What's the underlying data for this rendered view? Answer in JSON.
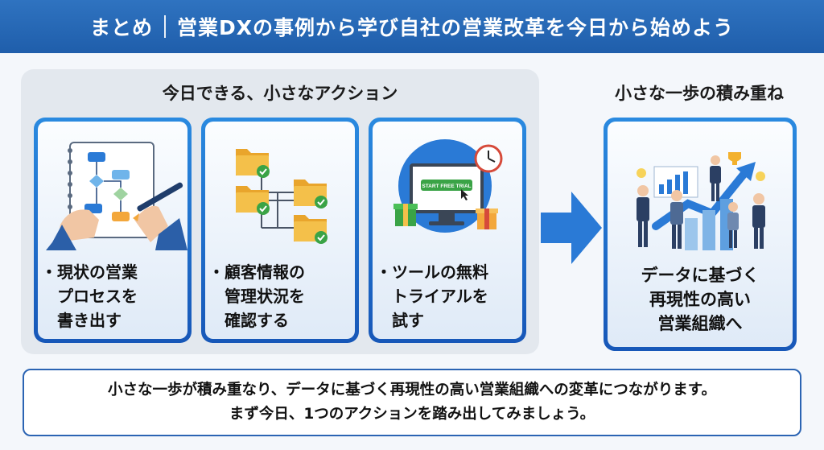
{
  "header": {
    "left": "まとめ",
    "right": "営業DXの事例から学び自社の営業改革を今日から始めよう"
  },
  "actions": {
    "title": "今日できる、小さなアクション",
    "items": [
      {
        "lines": [
          "現状の営業",
          "プロセスを",
          "書き出す"
        ],
        "icon": "flowchart-writing-icon"
      },
      {
        "lines": [
          "顧客情報の",
          "管理状況を",
          "確認する"
        ],
        "icon": "folder-check-icon"
      },
      {
        "lines": [
          "ツールの無料",
          "トライアルを",
          "試す"
        ],
        "icon": "free-trial-monitor-icon",
        "screen_button": "START FREE TRIAL"
      }
    ]
  },
  "result": {
    "title": "小さな一歩の積み重ね",
    "lines": [
      "データに基づく",
      "再現性の高い",
      "営業組織へ"
    ],
    "icon": "team-growth-icon"
  },
  "footer": {
    "line1": "小さな一歩が積み重なり、データに基づく再現性の高い営業組織への変革につながります。",
    "line2": "まず今日、1つのアクションを踏み出してみましょう。"
  },
  "colors": {
    "header": "#2f73c0",
    "card_border": "#1f6fd0",
    "panel": "#e3e8ee",
    "check_green": "#3aa346",
    "folder_yellow": "#f0b63c"
  }
}
